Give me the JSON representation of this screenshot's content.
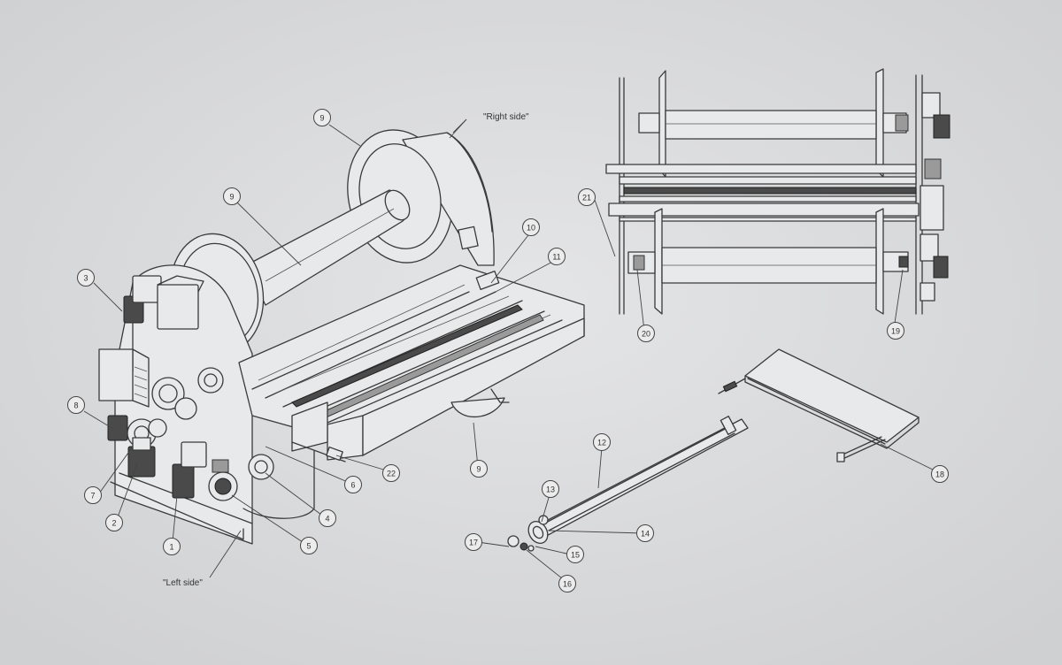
{
  "side_labels": {
    "right": "\"Right side\"",
    "left": "\"Left side\""
  },
  "callouts": [
    "9",
    "9",
    "3",
    "10",
    "11",
    "8",
    "7",
    "2",
    "1",
    "5",
    "4",
    "6",
    "22",
    "9",
    "21",
    "20",
    "19",
    "12",
    "13",
    "14",
    "17",
    "15",
    "16",
    "18"
  ]
}
